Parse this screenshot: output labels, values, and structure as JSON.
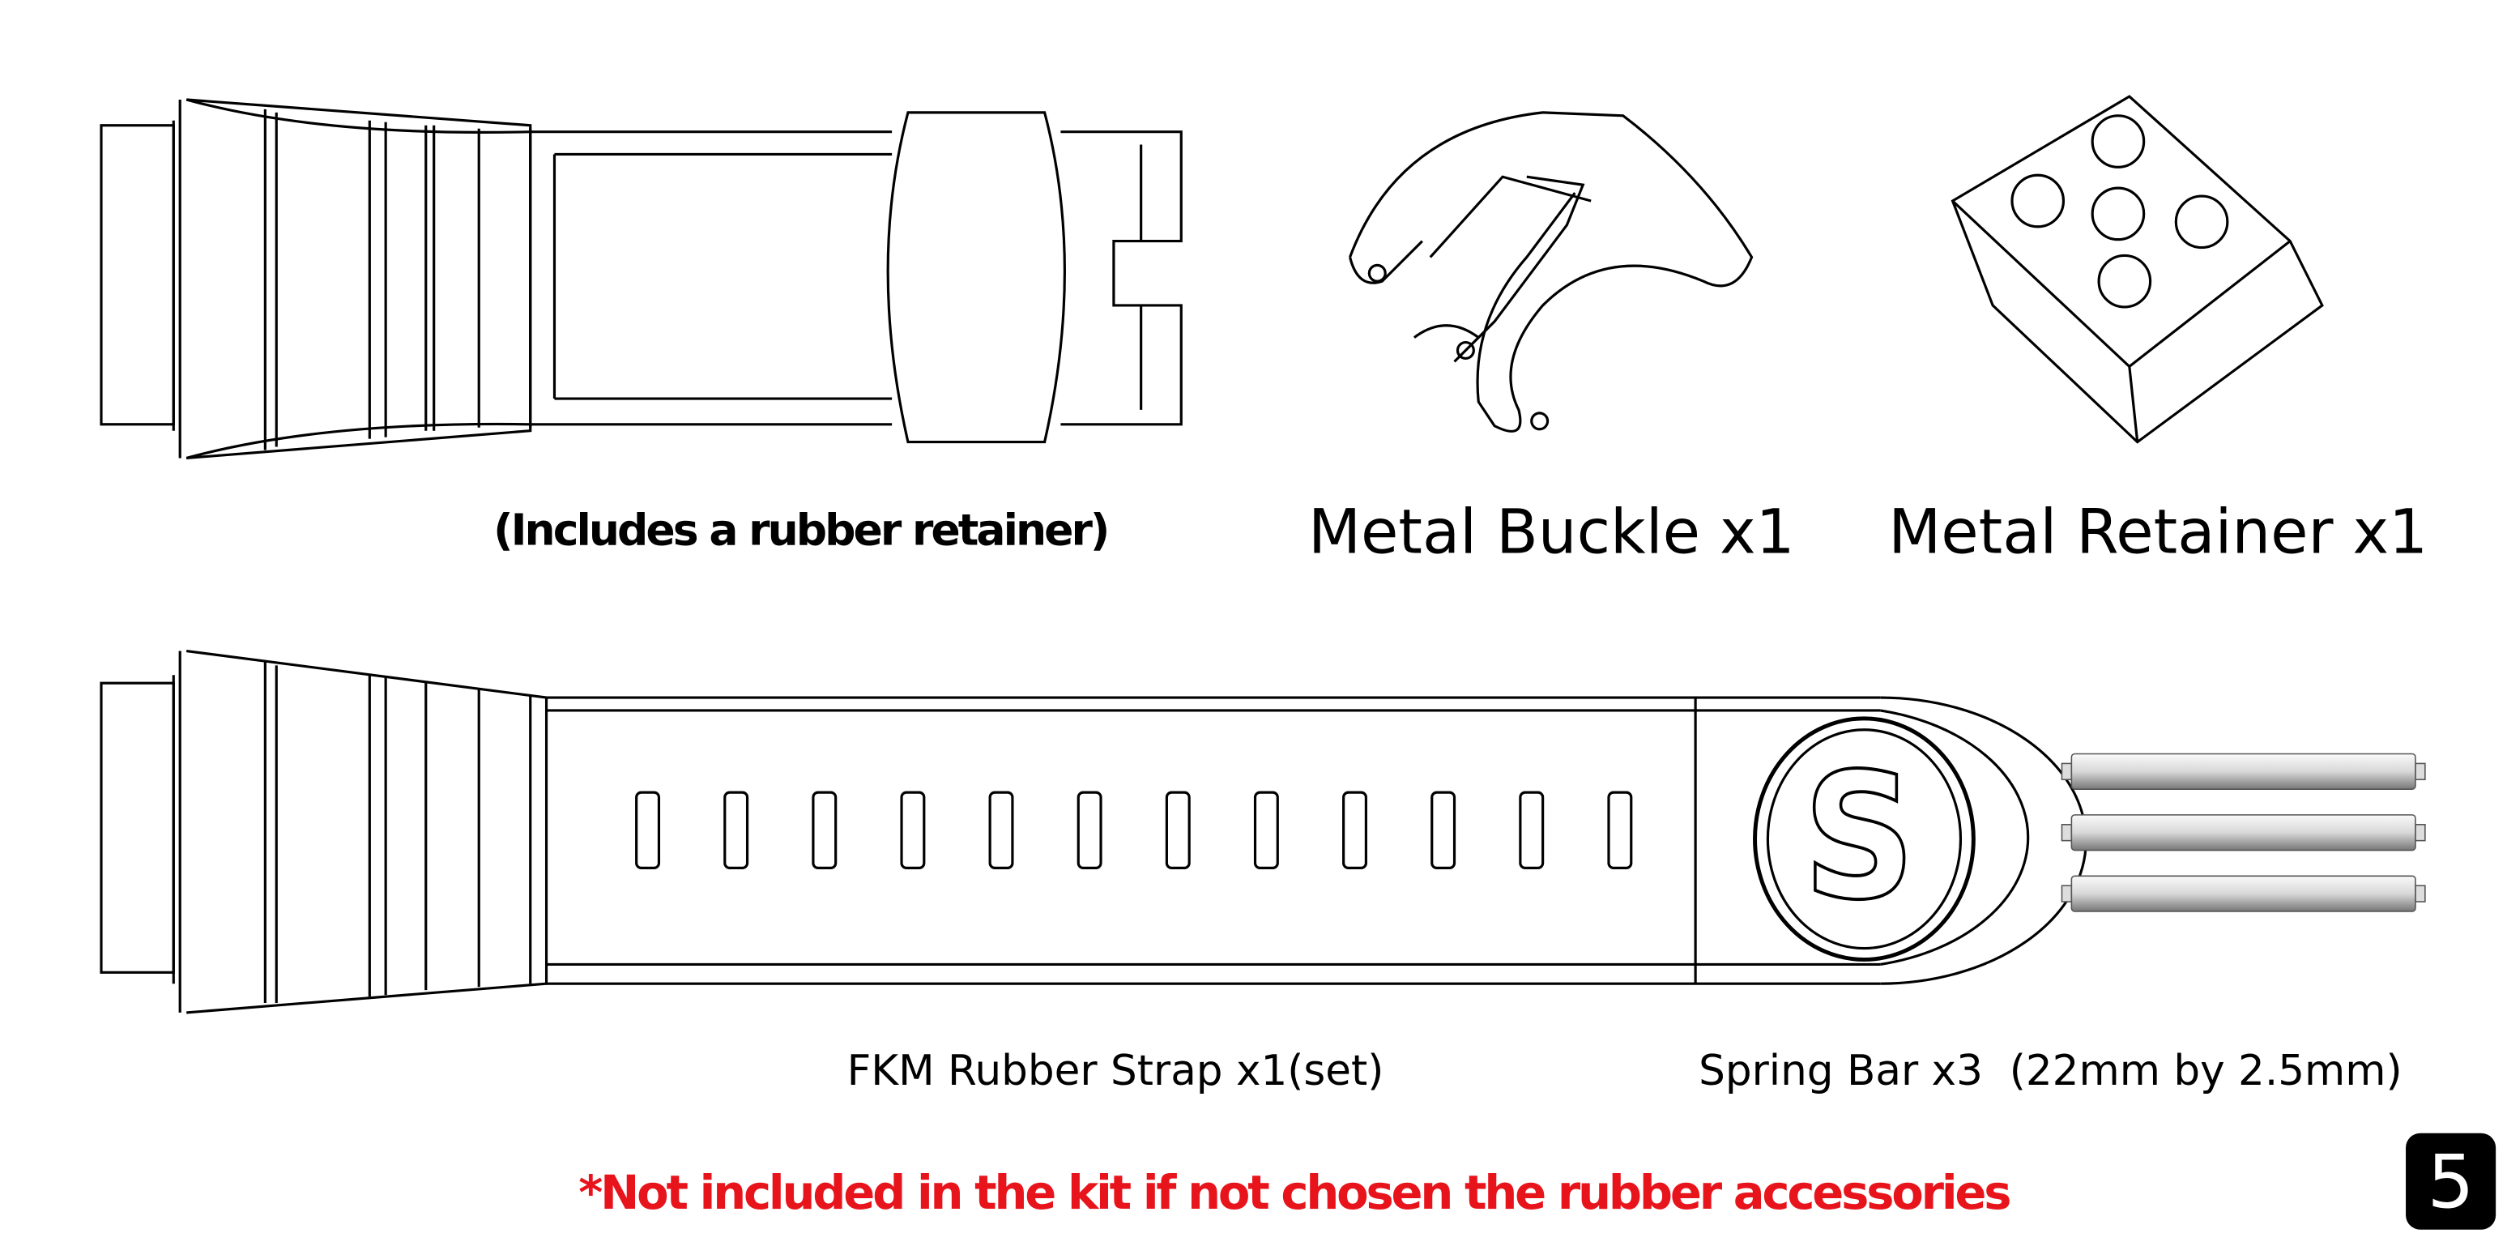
{
  "captions": {
    "strap_top_note": "(Includes a rubber retainer)",
    "metal_buckle": "Metal Buckle x1",
    "metal_retainer": "Metal Retainer x1",
    "rubber_strap": "FKM Rubber Strap x1(set)",
    "spring_bar": "Spring Bar x3  (22mm by 2.5mm)"
  },
  "footnote": "*Not included in the kit if not chosen the rubber accessories",
  "page_number": "5",
  "logo_letter": "S",
  "colors": {
    "footnote": "#e8141c",
    "badge": "#000000",
    "line": "#000000"
  }
}
